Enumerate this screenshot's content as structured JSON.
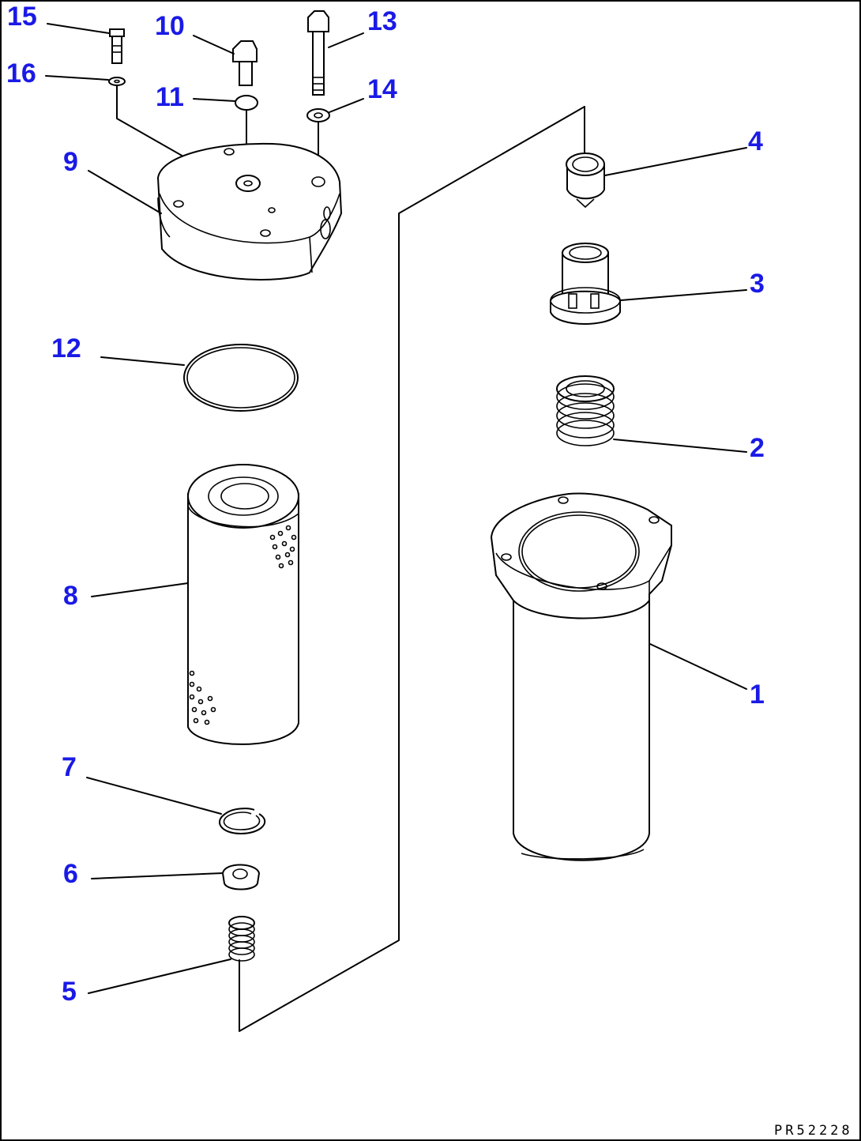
{
  "drawing_code": "PR52228",
  "callouts": {
    "c1": "1",
    "c2": "2",
    "c3": "3",
    "c4": "4",
    "c5": "5",
    "c6": "6",
    "c7": "7",
    "c8": "8",
    "c9": "9",
    "c10": "10",
    "c11": "11",
    "c12": "12",
    "c13": "13",
    "c14": "14",
    "c15": "15",
    "c16": "16"
  },
  "colors": {
    "callout": "#1a1ae6",
    "line": "#000000",
    "background": "#ffffff"
  }
}
